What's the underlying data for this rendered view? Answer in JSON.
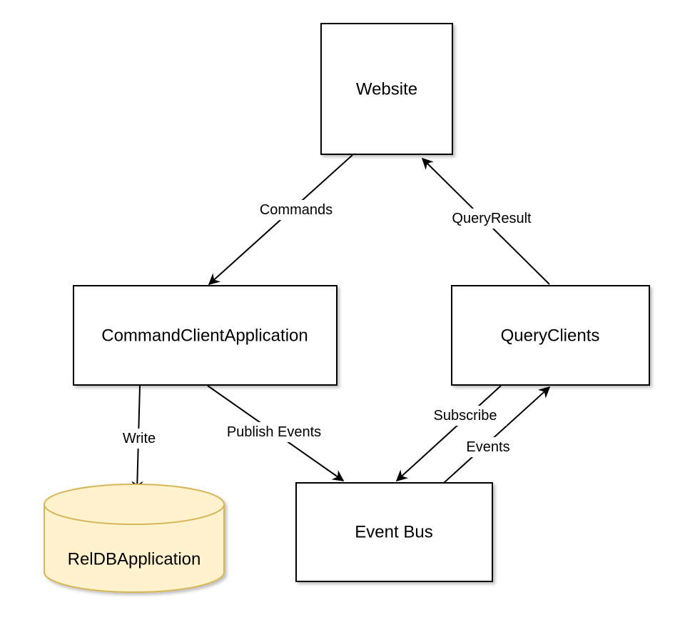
{
  "nodes": {
    "website": "Website",
    "command_client": "CommandClientApplication",
    "query_clients": "QueryClients",
    "event_bus": "Event Bus",
    "reldb": "RelDBApplication"
  },
  "edges": {
    "commands": "Commands",
    "query_result": "QueryResult",
    "write": "Write",
    "publish_events": "Publish Events",
    "subscribe": "Subscribe",
    "events": "Events"
  },
  "colors": {
    "stroke": "#000000",
    "box_fill": "#ffffff",
    "db_fill": "#fff2cc",
    "db_stroke": "#d6b656"
  }
}
